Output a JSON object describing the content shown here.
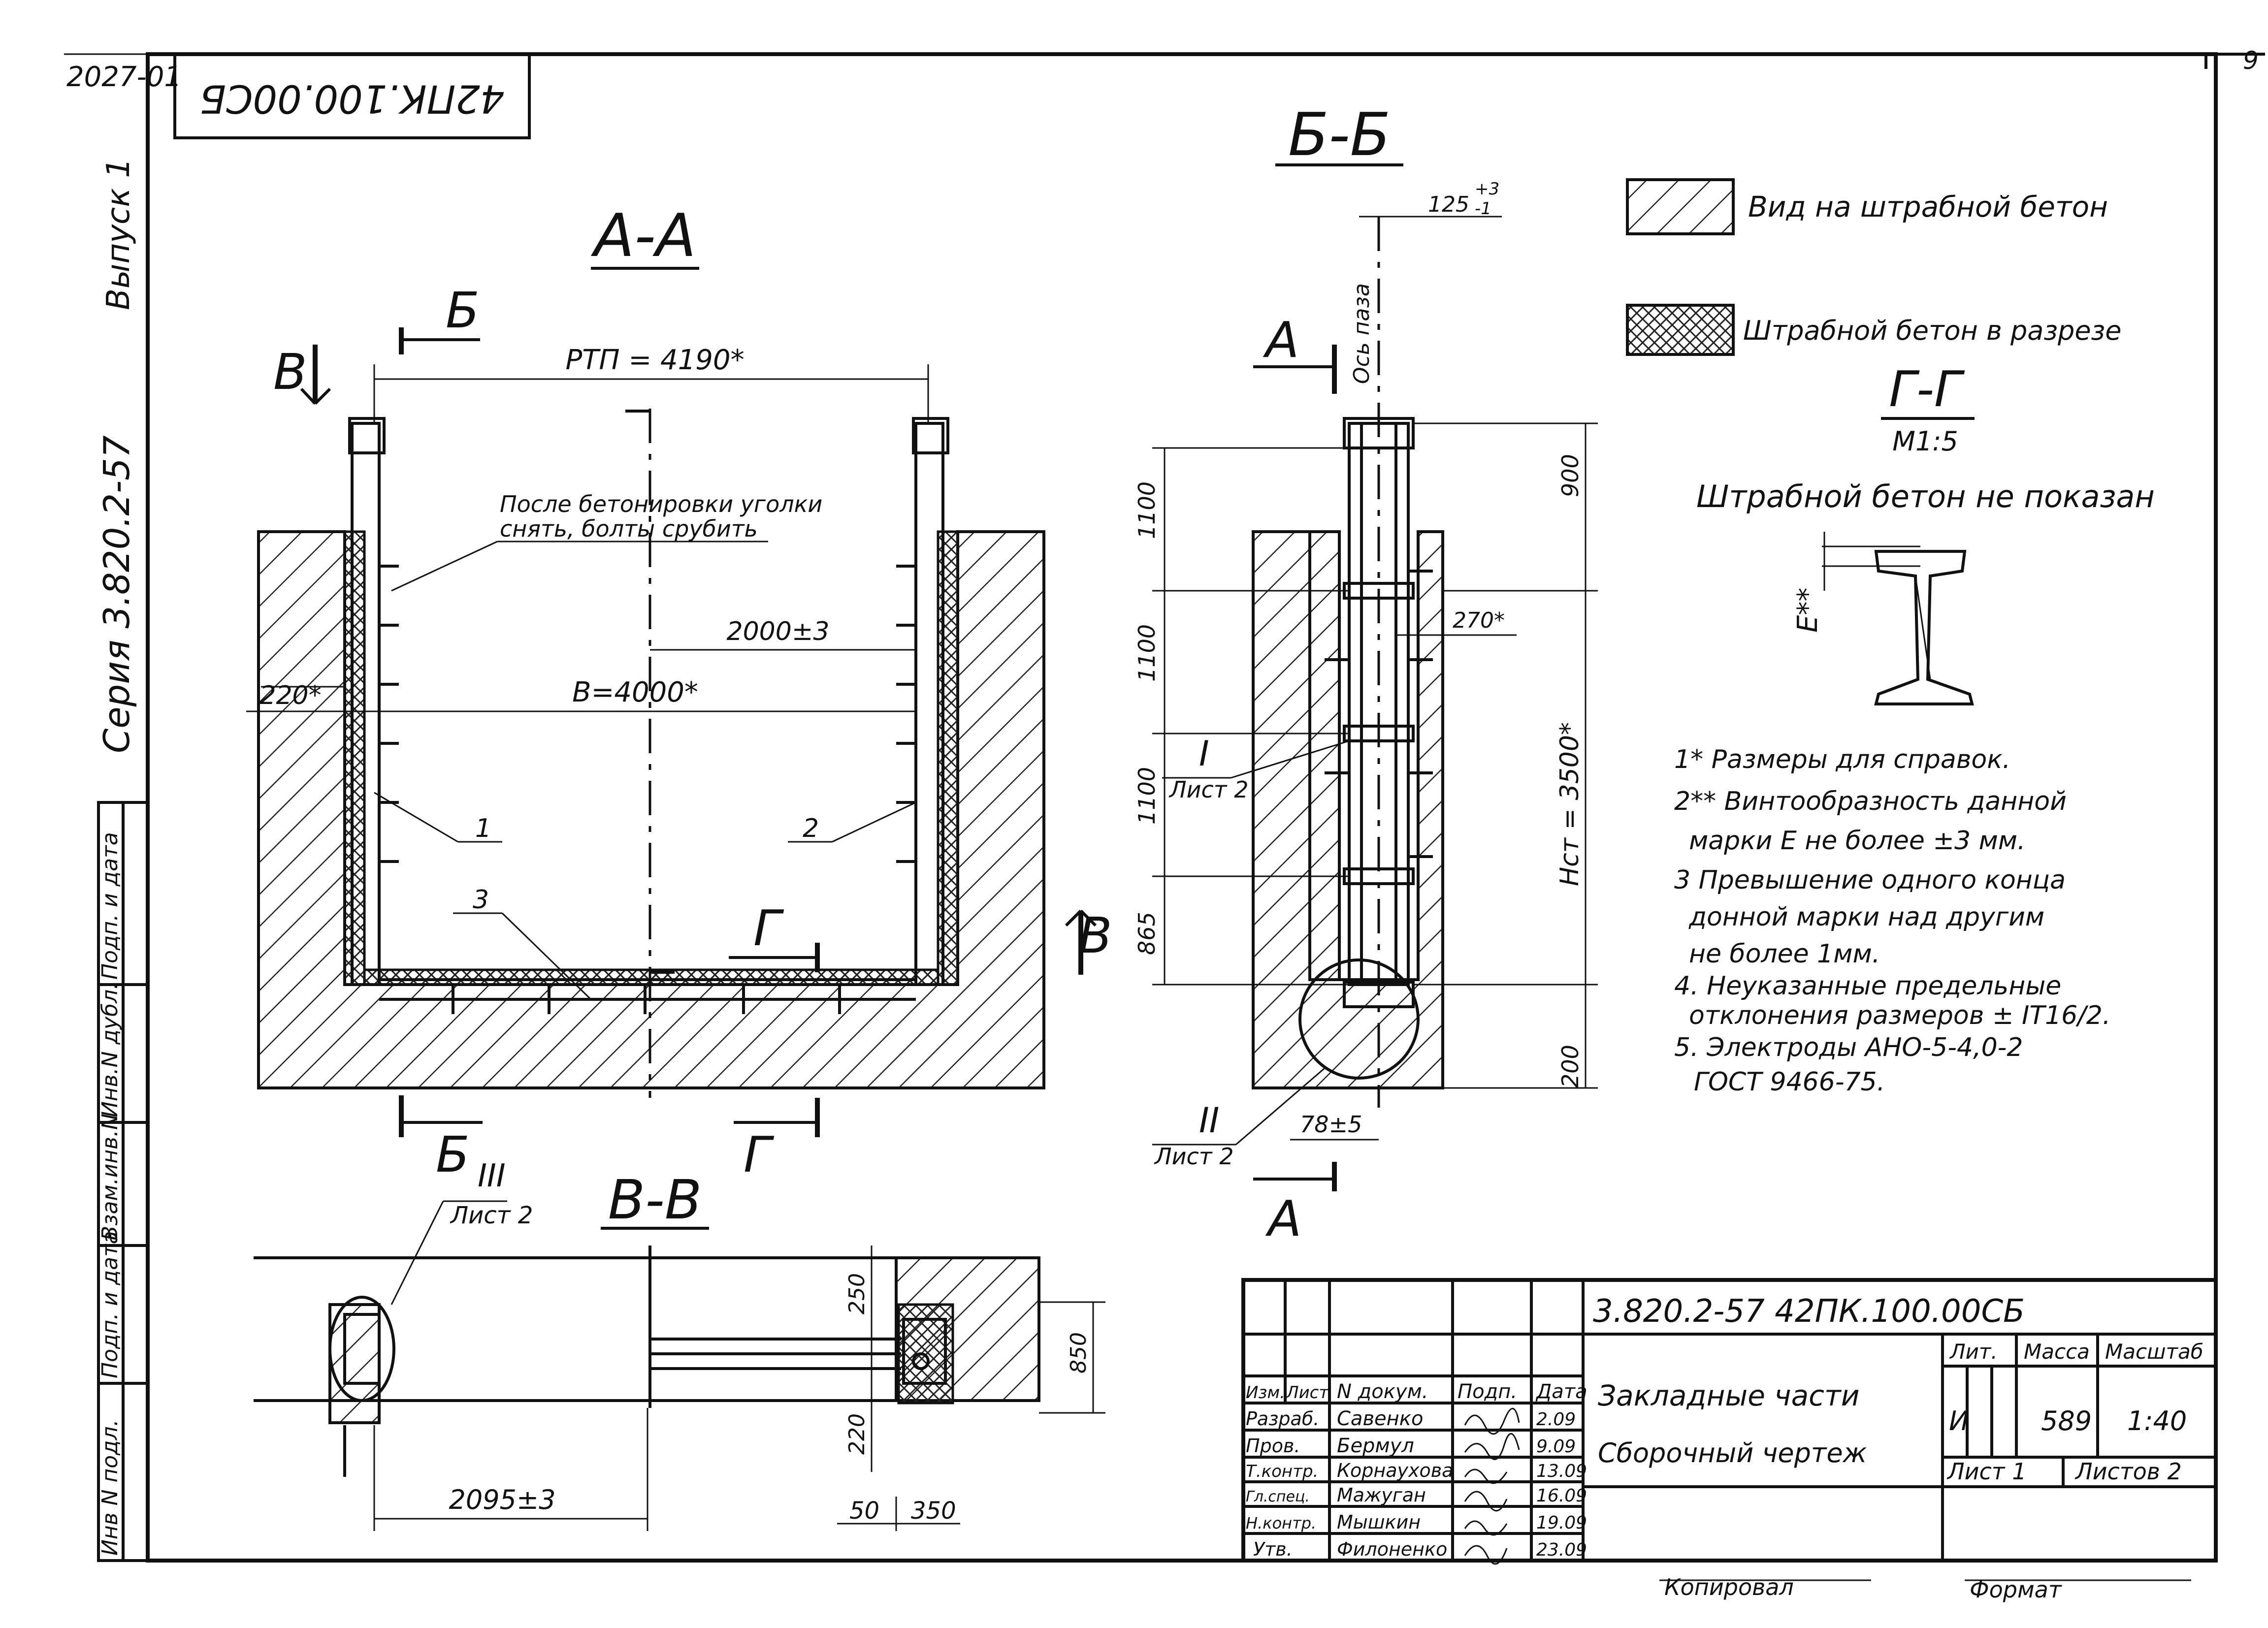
{
  "sheet": {
    "corner_code": "2027-01",
    "sheet_mark": "9",
    "top_code_inverted": "42ПК.100.00СБ",
    "issue": "Выпуск 1",
    "series": "Серия 3.820.2-57",
    "side_stamp": [
      "Инв N подл.",
      "Подп. и дата",
      "Взам.инв.N",
      "Инв.N дубл.",
      "Подп. и дата"
    ],
    "copied_by": "Копировал",
    "format": "Формат"
  },
  "legend": {
    "visible_concrete": "Вид на штрабной бетон",
    "section_concrete": "Штрабной бетон в разрезе"
  },
  "views": {
    "aa": {
      "title": "А-А",
      "cut_b": "Б",
      "cut_v": "В",
      "cut_g": "Г",
      "note_top": "После бетонировки уголки",
      "note_bottom": "снять, болты срубить",
      "dim_rtp": "РТП = 4190*",
      "dim_half": "2000±3",
      "dim_b": "В=4000*",
      "dim_220": "220*",
      "pos_1": "1",
      "pos_2": "2",
      "pos_3": "3"
    },
    "bb": {
      "title": "Б-Б",
      "cut_a": "А",
      "axis": "Ось паза",
      "dim_slot_base": "125",
      "dim_slot_up": "+3",
      "dim_slot_dn": "-1",
      "dims_left": [
        "1100",
        "1100",
        "1100",
        "865"
      ],
      "dim_900": "900",
      "dim_200": "200",
      "dim_270": "270*",
      "dim_hst": "Нст = 3500*",
      "dim_78": "78±5",
      "ref_1": "I",
      "ref_1_sheet": "Лист 2",
      "ref_2": "II",
      "ref_2_sheet": "Лист 2"
    },
    "vv": {
      "title": "В-В",
      "ref_3": "III",
      "ref_3_sheet": "Лист 2",
      "dim_2095": "2095±3",
      "dim_250": "250",
      "dim_220": "220",
      "dim_850": "850",
      "dim_50": "50",
      "dim_350": "350"
    },
    "gg": {
      "title": "Г-Г",
      "scale": "М1:5",
      "note": "Штрабной бетон не показан",
      "mark_e": "Е**"
    }
  },
  "notes": [
    "1* Размеры для справок.",
    "2** Винтообразность данной",
    "марки Е не более ±3 мм.",
    "3 Превышение одного конца",
    "донной марки над другим",
    "не более 1мм.",
    "4. Неуказанные предельные",
    "отклонения размеров ± IT16/2.",
    "5. Электроды АНО-5-4,0-2",
    "ГОСТ 9466-75."
  ],
  "title_block": {
    "doc_code": "3.820.2-57    42ПК.100.00СБ",
    "headers": [
      "Изм.",
      "Лист",
      "N докум.",
      "Подп.",
      "Дата"
    ],
    "staff": [
      {
        "role": "Разраб.",
        "name": "Савенко",
        "date": "2.09"
      },
      {
        "role": "Пров.",
        "name": "Бермул",
        "date": "9.09"
      },
      {
        "role": "Т.контр.",
        "name": "Корнаухова",
        "date": "13.09"
      },
      {
        "role": "Гл.спец.",
        "name": "Мажуган",
        "date": "16.09"
      },
      {
        "role": "Н.контр.",
        "name": "Мышкин",
        "date": "19.09"
      },
      {
        "role": "Утв.",
        "name": "Филоненко",
        "date": "23.09"
      }
    ],
    "name_line1": "Закладные части",
    "name_line2": "Сборочный чертеж",
    "lit_label": "Лит.",
    "mass_label": "Масса",
    "scale_label": "Масштаб",
    "lit_value": "И",
    "mass_value": "589",
    "scale_value": "1:40",
    "sheet_label": "Лист 1",
    "sheets_label": "Листов 2"
  }
}
